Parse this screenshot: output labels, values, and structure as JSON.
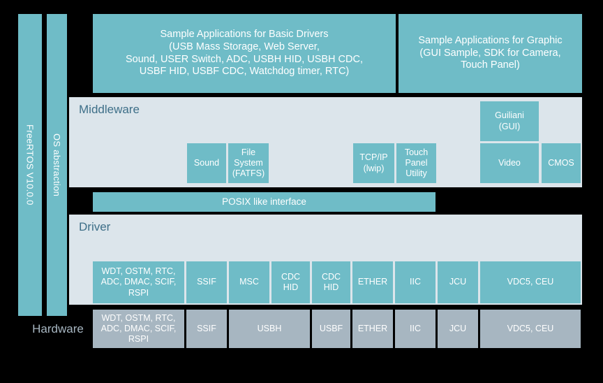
{
  "diagram": {
    "title": "FreeRTOS software stack layer diagram",
    "colors": {
      "teal": "#6FBCC7",
      "panel": "#DCE5EB",
      "gray": "#A7B6C1",
      "section_title": "#3E6F88",
      "background": "#000000",
      "text_on_teal": "#FFFFFF"
    }
  },
  "left_columns": [
    {
      "label": "FreeRTOS V10.0.0"
    },
    {
      "label": "OS  abstraction"
    }
  ],
  "applications": [
    {
      "name": "sample-applications-basic-drivers",
      "label": "Sample Applications for Basic Drivers\n(USB Mass Storage, Web Server,\nSound, USER Switch, ADC, USBH HID, USBH CDC,\nUSBF HID, USBF CDC, Watchdog timer, RTC)"
    },
    {
      "name": "sample-applications-graphic",
      "label": "Sample Applications for Graphic\n(GUI Sample, SDK for Camera,\nTouch Panel)"
    }
  ],
  "middleware": {
    "title": "Middleware",
    "blocks": [
      {
        "name": "sound",
        "label": "Sound"
      },
      {
        "name": "file-system-fatfs",
        "label": "File\nSystem\n(FATFS)"
      },
      {
        "name": "tcp-ip-lwip",
        "label": "TCP/IP\n(lwip)"
      },
      {
        "name": "touch-panel-utility",
        "label": "Touch\nPanel\nUtility"
      },
      {
        "name": "guiliani-gui",
        "label": "Guiliani\n(GUI)"
      },
      {
        "name": "video",
        "label": "Video"
      },
      {
        "name": "cmos",
        "label": "CMOS"
      }
    ]
  },
  "posix_interface": {
    "label": "POSIX like interface"
  },
  "driver": {
    "title": "Driver",
    "blocks": [
      {
        "name": "wdt-ostm-rtc-adc-dmac-scif-rspi",
        "label": "WDT, OSTM, RTC,\nADC, DMAC, SCIF,\nRSPI"
      },
      {
        "name": "ssif",
        "label": "SSIF"
      },
      {
        "name": "msc",
        "label": "MSC"
      },
      {
        "name": "cdc-hid-1",
        "label": "CDC\nHID"
      },
      {
        "name": "cdc-hid-2",
        "label": "CDC\nHID"
      },
      {
        "name": "ether",
        "label": "ETHER"
      },
      {
        "name": "iic",
        "label": "IIC"
      },
      {
        "name": "jcu",
        "label": "JCU"
      },
      {
        "name": "vdc5-ceu",
        "label": "VDC5, CEU"
      }
    ]
  },
  "hardware": {
    "title": "Hardware",
    "blocks": [
      {
        "name": "wdt-ostm-rtc-adc-dmac-scif-rspi",
        "label": "WDT, OSTM, RTC,\nADC, DMAC, SCIF,\nRSPI"
      },
      {
        "name": "ssif",
        "label": "SSIF"
      },
      {
        "name": "usbh",
        "label": "USBH"
      },
      {
        "name": "usbf",
        "label": "USBF"
      },
      {
        "name": "ether",
        "label": "ETHER"
      },
      {
        "name": "iic",
        "label": "IIC"
      },
      {
        "name": "jcu",
        "label": "JCU"
      },
      {
        "name": "vdc5-ceu",
        "label": "VDC5, CEU"
      }
    ]
  }
}
